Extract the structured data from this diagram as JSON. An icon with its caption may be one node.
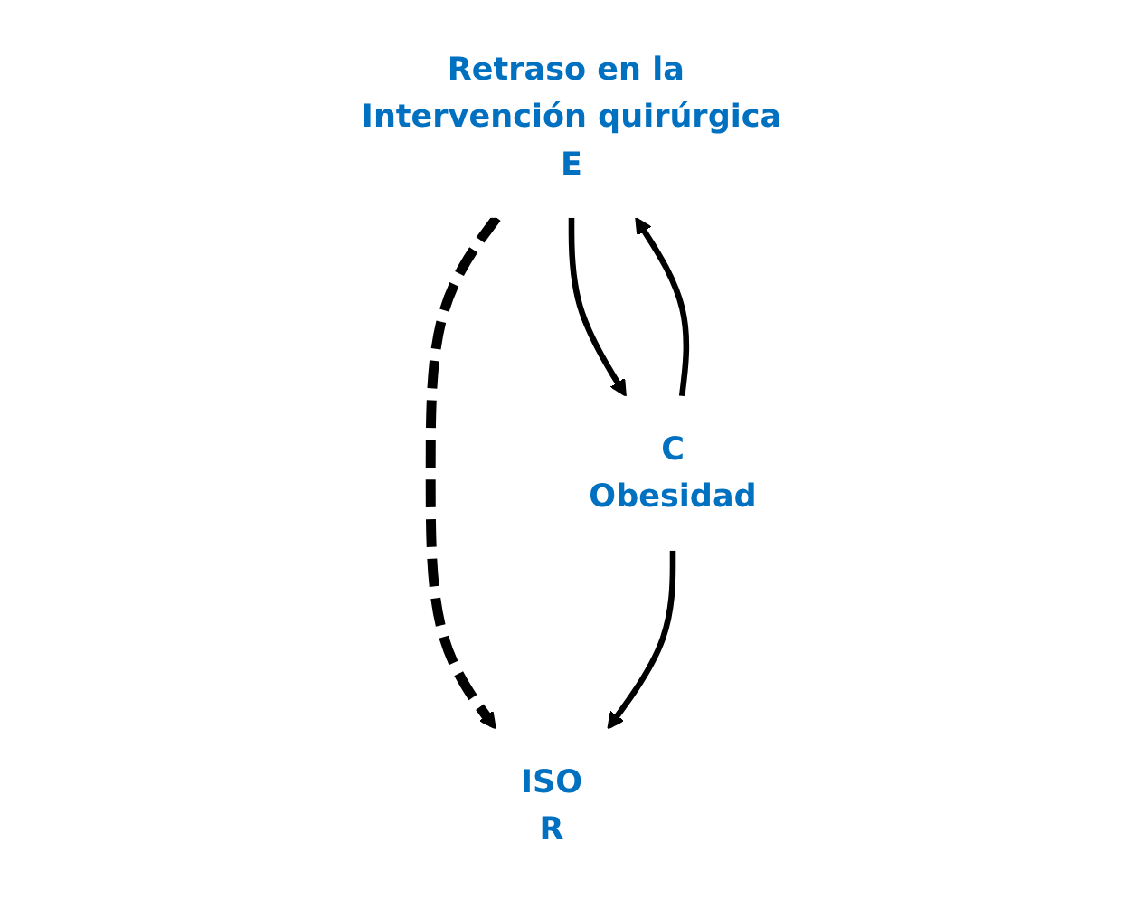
{
  "diagram": {
    "nodes": [
      {
        "text": [
          "Retraso en la Intervención quirúrgica",
          "E"
        ]
      },
      {
        "text": [
          "ISO",
          "R"
        ]
      },
      {
        "text": [
          "C",
          "Obesidad"
        ]
      }
    ],
    "edges": [
      {
        "from": 0,
        "to": 1,
        "arrow": "to",
        "style": "dashed"
      },
      {
        "from": 0,
        "to": 2,
        "arrow": "to"
      },
      {
        "from": 2,
        "to": 0,
        "arrow": "to"
      },
      {
        "from": 2,
        "to": 1,
        "arrow": "to"
      }
    ]
  }
}
